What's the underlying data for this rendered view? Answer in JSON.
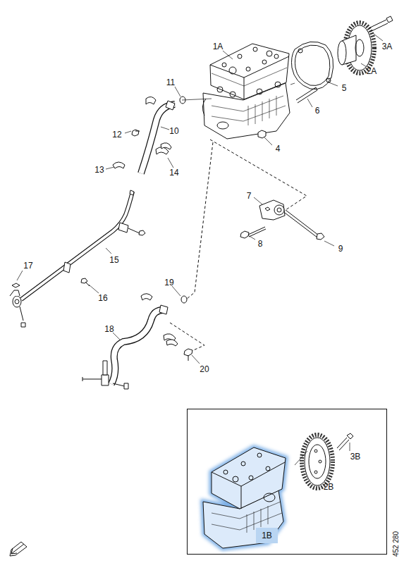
{
  "diagram": {
    "nodes": [
      {
        "text": [
          "3B",
          "2B"
        ]
      },
      {
        "text": [
          "1B"
        ],
        "in": 0
      }
    ],
    "labels": [
      "1A",
      "3A",
      "2A",
      "11",
      "5",
      "12",
      "10",
      "6",
      "4",
      "13",
      "14",
      "7",
      "8",
      "9",
      "15",
      "17",
      "16",
      "19",
      "18",
      "20",
      "452 280"
    ]
  }
}
